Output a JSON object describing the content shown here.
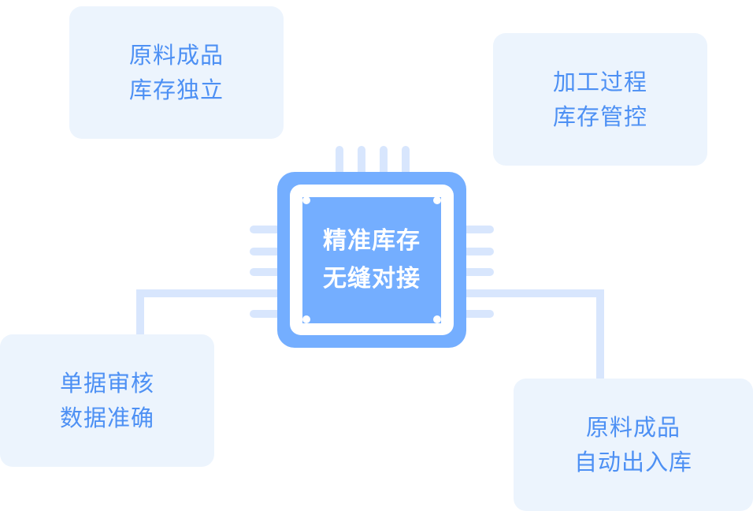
{
  "center": {
    "line1": "精准库存",
    "line2": "无缝对接"
  },
  "boxes": [
    {
      "line1": "原料成品",
      "line2": "库存独立"
    },
    {
      "line1": "加工过程",
      "line2": "库存管控"
    },
    {
      "line1": "单据审核",
      "line2": "数据准确"
    },
    {
      "line1": "原料成品",
      "line2": "自动出入库"
    }
  ],
  "colors": {
    "chip": "#74aeff",
    "box_bg": "#ecf4fd",
    "text": "#4d90f4",
    "pin": "#d8e6fd"
  }
}
